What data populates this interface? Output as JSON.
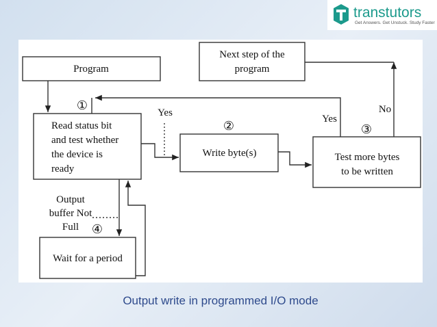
{
  "logo": {
    "name": "transtutors",
    "tagline": "Get Answers. Get Unstuck. Study Faster",
    "color": "#1c9a8c"
  },
  "diagram": {
    "boxes": {
      "program": "Program",
      "next_step": [
        "Next step of the",
        "program"
      ],
      "read_status": [
        "Read status bit",
        "and test whether",
        "the device is",
        "ready"
      ],
      "write_byte": "Write byte(s)",
      "test_more": [
        "Test more bytes",
        "to be written"
      ],
      "wait": "Wait for a period"
    },
    "labels": {
      "yes1": "Yes",
      "yes2": "Yes",
      "no": "No",
      "output_buffer": [
        "Output",
        "buffer Not",
        "Full"
      ]
    },
    "steps": [
      "①",
      "②",
      "③",
      "④"
    ]
  },
  "caption": "Output write in programmed I/O mode"
}
